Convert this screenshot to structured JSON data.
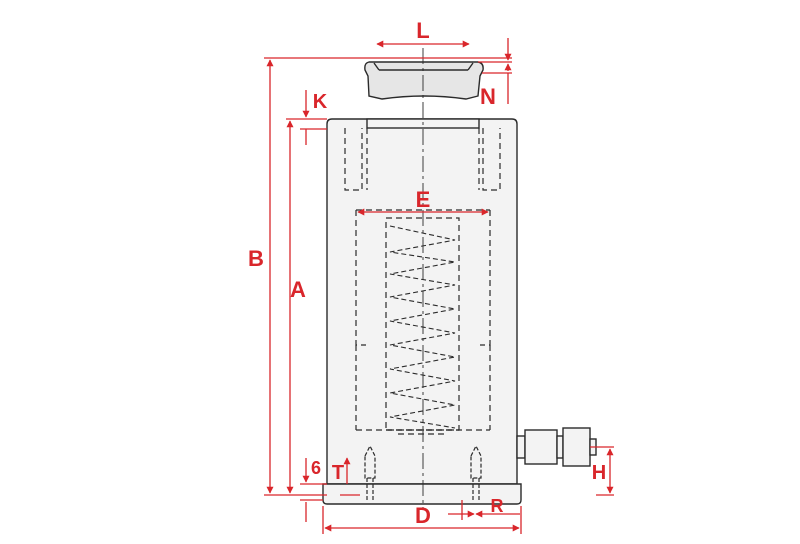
{
  "colors": {
    "dimension": "#d9262b",
    "outline": "#2b2b2b",
    "body_fill": "#f3f3f3",
    "cap_fill": "#e6e6e6",
    "background": "#ffffff"
  },
  "labels": {
    "L": "L",
    "N": "N",
    "K": "K",
    "E": "E",
    "B": "B",
    "A": "A",
    "six": "6",
    "T": "T",
    "D": "D",
    "R": "R",
    "H": "H"
  }
}
